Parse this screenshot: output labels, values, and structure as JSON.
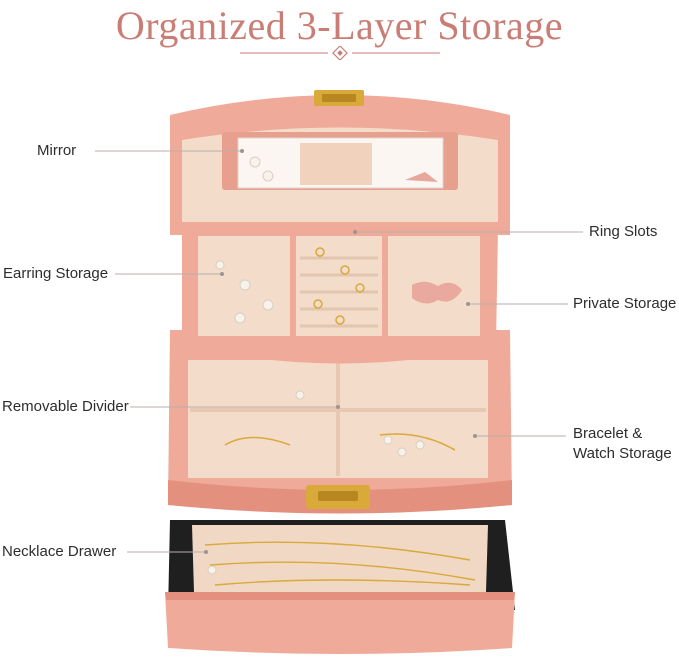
{
  "title": "Organized 3-Layer Storage",
  "colors": {
    "title": "#c97d74",
    "box_pink": "#f0aa9a",
    "box_pink_dark": "#e3907f",
    "velvet": "#f3dcc9",
    "gold": "#d9a93a",
    "leader": "#b9afab"
  },
  "icons": {
    "divider": "diamond-ornament-icon"
  },
  "labels": {
    "mirror": "Mirror",
    "ring_slots": "Ring Slots",
    "earring_storage": "Earring Storage",
    "private_storage": "Private Storage",
    "removable_divider": "Removable Divider",
    "bracelet_watch_storage": "Bracelet & Watch Storage",
    "necklace_drawer": "Necklace Drawer"
  }
}
